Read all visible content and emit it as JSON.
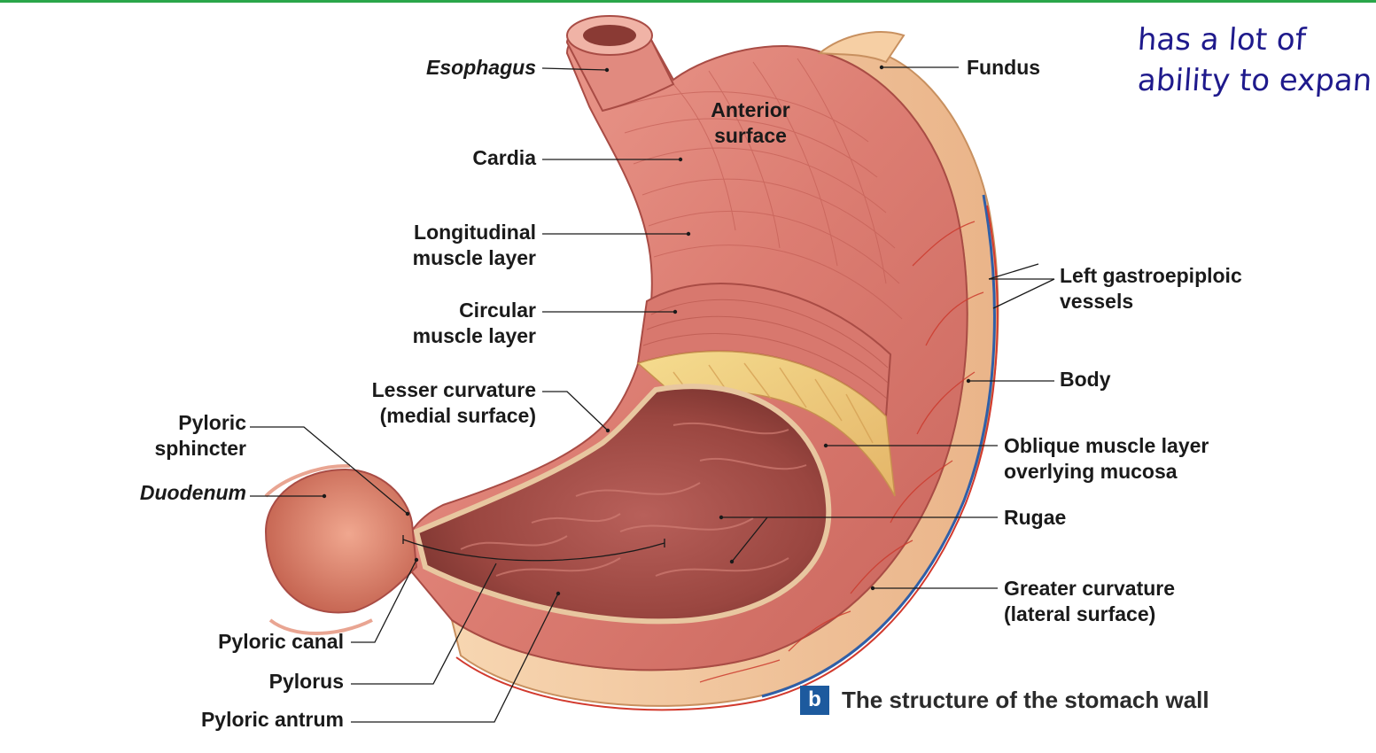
{
  "figure": {
    "caption_letter": "b",
    "caption_text": "The structure of the stomach wall"
  },
  "labels": {
    "esophagus": "Esophagus",
    "fundus": "Fundus",
    "anterior_surface": [
      "Anterior",
      "surface"
    ],
    "cardia": "Cardia",
    "longitudinal_muscle_layer": [
      "Longitudinal",
      "muscle layer"
    ],
    "left_gastroepiploic_vessels": [
      "Left gastroepiploic",
      "vessels"
    ],
    "circular_muscle_layer": [
      "Circular",
      "muscle layer"
    ],
    "body": "Body",
    "lesser_curvature": [
      "Lesser curvature",
      "(medial surface)"
    ],
    "pyloric_sphincter": [
      "Pyloric",
      "sphincter"
    ],
    "oblique_muscle_layer": [
      "Oblique muscle layer",
      "overlying mucosa"
    ],
    "duodenum": "Duodenum",
    "rugae": "Rugae",
    "greater_curvature": [
      "Greater curvature",
      "(lateral surface)"
    ],
    "pyloric_canal": "Pyloric canal",
    "pylorus": "Pylorus",
    "pyloric_antrum": "Pyloric antrum"
  },
  "handwritten_note": [
    "has a lot of",
    "ability to expan"
  ],
  "colors": {
    "top_bar": "#2aa64a",
    "caption_badge": "#1d5a9e",
    "muscle": "#e0847a",
    "serosa": "#f3c9a0",
    "mucosa": "#a8504a",
    "ink": "#1f1a8c"
  }
}
